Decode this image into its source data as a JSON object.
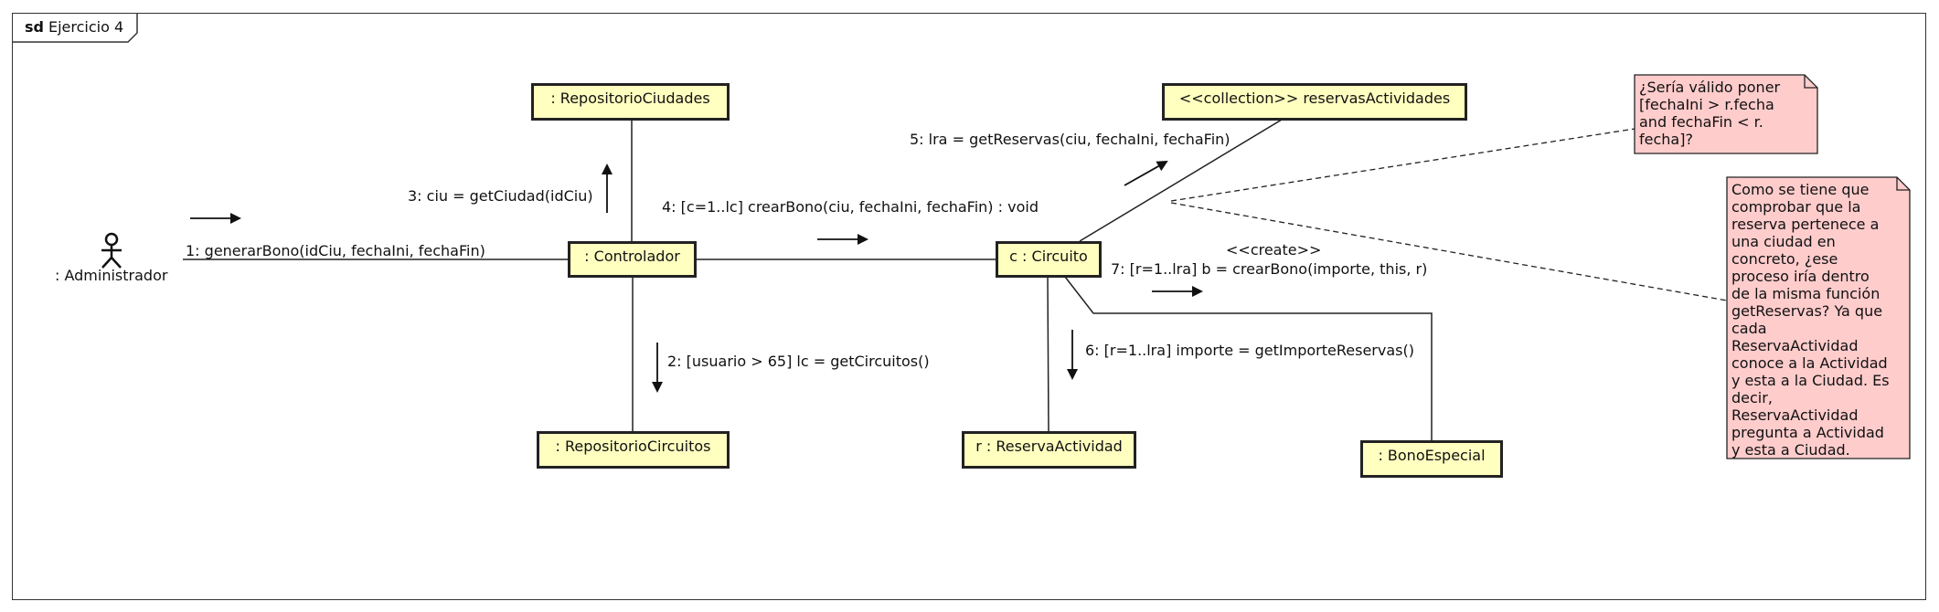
{
  "frame": {
    "keyword": "sd",
    "name": "Ejercicio 4"
  },
  "actor": {
    "label": ": Administrador"
  },
  "objects": {
    "controlador": ": Controlador",
    "repositorio_ciudades": ": RepositorioCiudades",
    "repositorio_circuitos": ": RepositorioCircuitos",
    "circuito": "c : Circuito",
    "reservas_actividades": "<<collection>> reservasActividades",
    "reserva_actividad": "r : ReservaActividad",
    "bono_especial": ": BonoEspecial"
  },
  "messages": {
    "m1": "1: generarBono(idCiu, fechaIni, fechaFin)",
    "m2": "2: [usuario > 65] lc = getCircuitos()",
    "m3": "3: ciu = getCiudad(idCiu)",
    "m4": "4: [c=1..lc] crearBono(ciu, fechaIni, fechaFin) : void",
    "m5": "5: lra = getReservas(ciu, fechaIni, fechaFin)",
    "m6": "6: [r=1..lra] importe = getImporteReservas()",
    "m7_stereotype": "<<create>>",
    "m7": "7: [r=1..lra] b = crearBono(importe, this, r)"
  },
  "notes": {
    "note1": [
      "¿Sería válido poner",
      "[fechaIni > r.fecha",
      "and fechaFin < r.",
      "fecha]?"
    ],
    "note2": [
      "Como se tiene que",
      "comprobar que la",
      "reserva pertenece a",
      "una ciudad en",
      "concreto, ¿ese",
      "proceso iría dentro",
      "de la misma función",
      "getReservas? Ya que",
      "cada",
      "ReservaActividad",
      "conoce a la Actividad",
      "y esta a la Ciudad. Es",
      "decir,",
      "ReservaActividad",
      "pregunta a Actividad",
      "y esta a Ciudad."
    ]
  },
  "colors": {
    "object_fill": "#ffffc0",
    "note_fill": "#ffcccc",
    "line": "#222222"
  }
}
